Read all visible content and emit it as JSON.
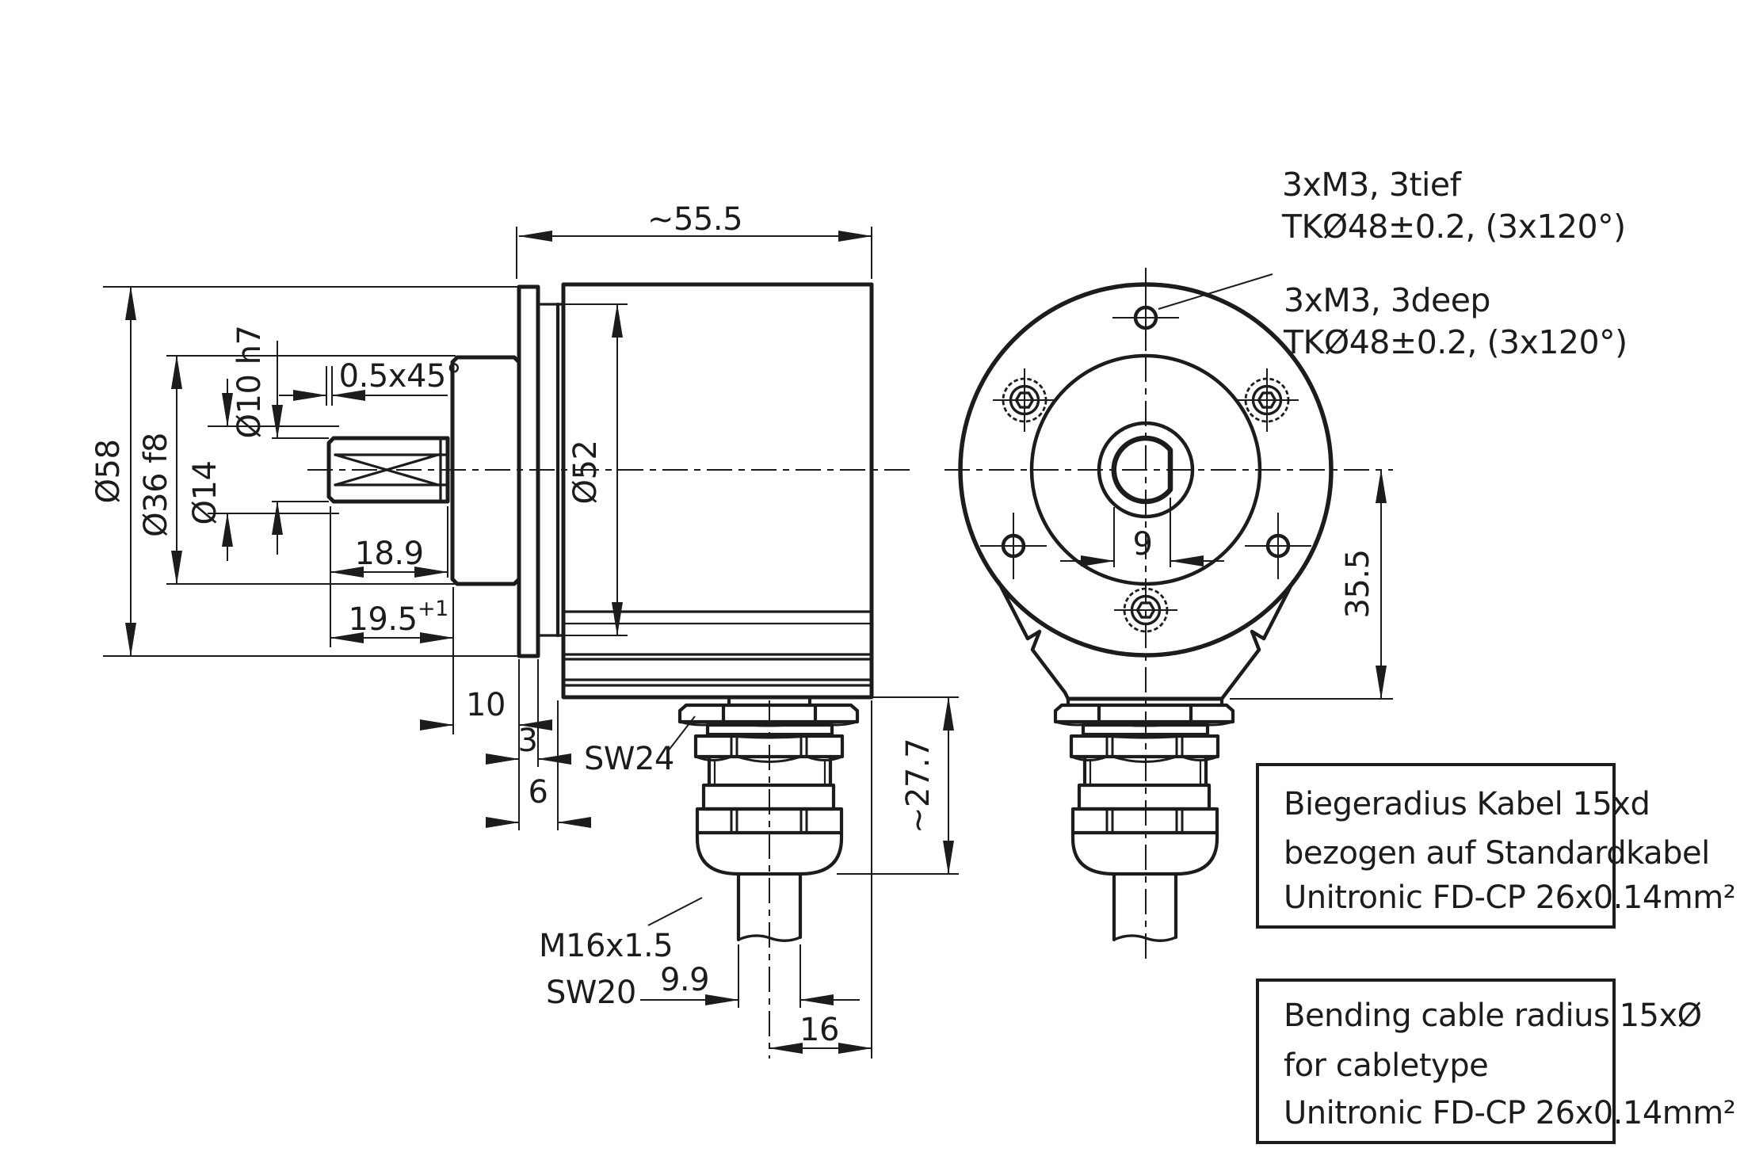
{
  "colors": {
    "ink": "#1c1c1c",
    "paper": "#ffffff"
  },
  "side_view": {
    "overall_length": "~55.5",
    "flange_dia": "Ø58",
    "spigot_dia": "Ø36 f8",
    "hub_dia": "Ø14",
    "shaft_dia": "Ø10 h7",
    "chamfer": "0.5x45°",
    "shaft_length": "18.9",
    "shaft_length_total": "19.5",
    "shaft_length_tolerance": "+1",
    "spigot_length": "10",
    "flange_thickness": "3",
    "front_step": "6",
    "body_dia": "Ø52",
    "locknut_wrench": "SW24",
    "gland_thread": "M16x1.5",
    "gland_wrench": "SW20",
    "cable_dia": "9.9",
    "gland_center_offset": "16",
    "gland_height": "~27.7"
  },
  "front_view": {
    "shaft_flat_width": "9",
    "cable_center_offset": "35.5",
    "mounting_holes_de_line1": "3xM3, 3tief",
    "mounting_holes_de_line2": "TKØ48±0.2, (3x120°)",
    "mounting_holes_en_line1": "3xM3, 3deep",
    "mounting_holes_en_line2": "TKØ48±0.2, (3x120°)"
  },
  "note_de": {
    "line1": "Biegeradius Kabel 15xd",
    "line2": "bezogen auf Standardkabel",
    "line3": "Unitronic FD-CP 26x0.14mm²"
  },
  "note_en": {
    "line1": "Bending cable radius 15xØ",
    "line2": "for cabletype",
    "line3": "Unitronic FD-CP 26x0.14mm²"
  }
}
